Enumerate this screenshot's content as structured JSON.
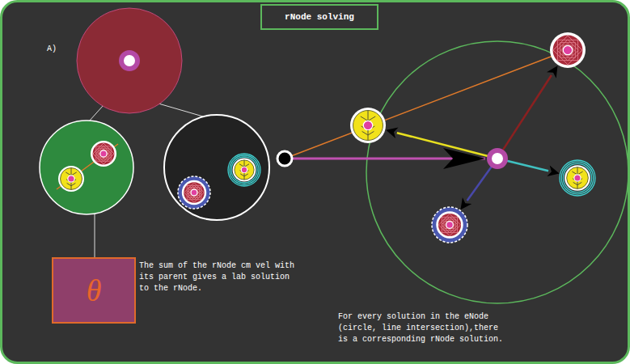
{
  "diagram": {
    "title": "rNode solving",
    "nodes": [
      {
        "text": [
          "θ"
        ]
      }
    ],
    "labels": [
      "A)",
      "The sum of the rNode cm vel with its parent gives a lab solution to the rNode.",
      "For every solution in the eNode (circle, line intersection),there is a corresponding rNode solution."
    ]
  }
}
